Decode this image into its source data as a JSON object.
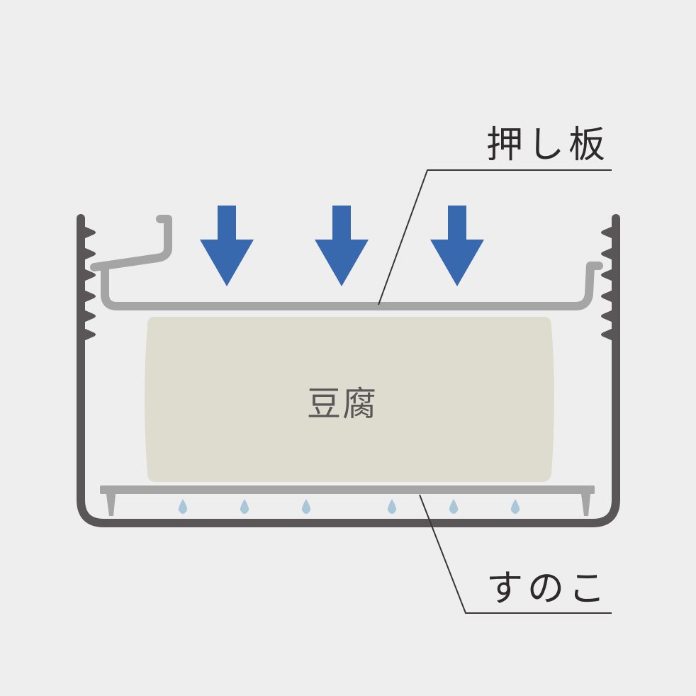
{
  "labels": {
    "press_plate": "押し板",
    "tofu": "豆腐",
    "drain_mat": "すのこ"
  },
  "colors": {
    "background": "#eeeeee",
    "container": "#5a5657",
    "press_plate": "#a5a5a5",
    "tofu": "#dddccf",
    "arrow": "#3868ad",
    "water_drop": "#a9c7d8",
    "leader_line": "#3a3637"
  }
}
